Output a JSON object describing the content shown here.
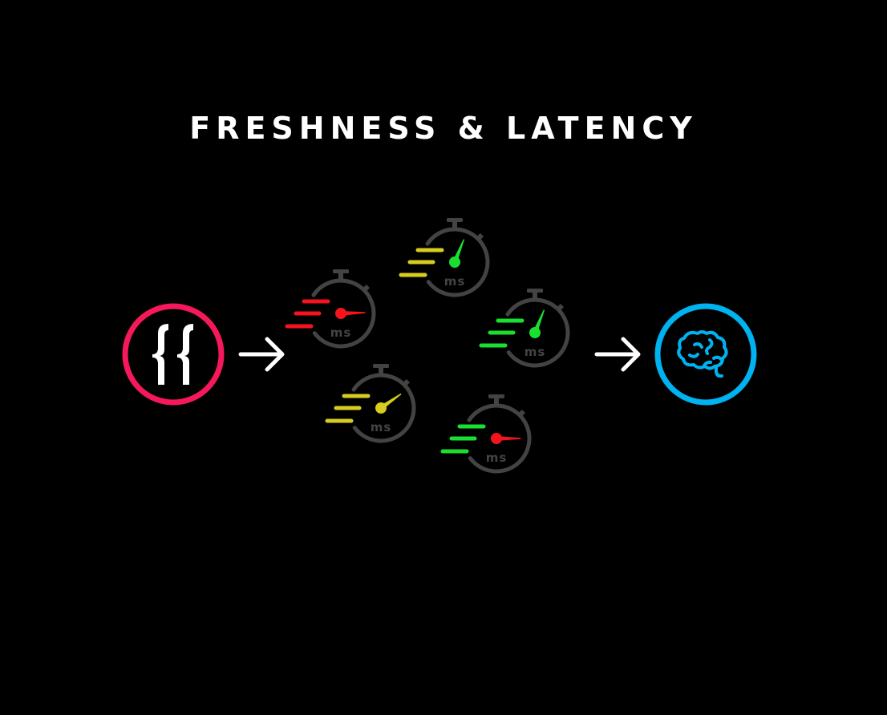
{
  "title": "FRESHNESS & LATENCY",
  "source": {
    "icon": "curly-braces-icon",
    "ring_color": "#f5195b"
  },
  "destination": {
    "icon": "brain-icon",
    "ring_color": "#00b2f0"
  },
  "arrow_color": "#ffffff",
  "stopwatch_body_color": "#434343",
  "stopwatches": [
    {
      "unit": "ms",
      "speed_lines_color": "#f5141e",
      "hand_color": "#f5141e",
      "hand_angle_deg": 88
    },
    {
      "unit": "ms",
      "speed_lines_color": "#d6cd1e",
      "hand_color": "#19e030",
      "hand_angle_deg": 22
    },
    {
      "unit": "ms",
      "speed_lines_color": "#19e030",
      "hand_color": "#19e030",
      "hand_angle_deg": 22
    },
    {
      "unit": "ms",
      "speed_lines_color": "#d6cd1e",
      "hand_color": "#d6cd1e",
      "hand_angle_deg": 55
    },
    {
      "unit": "ms",
      "speed_lines_color": "#19e030",
      "hand_color": "#f5141e",
      "hand_angle_deg": 90
    }
  ]
}
